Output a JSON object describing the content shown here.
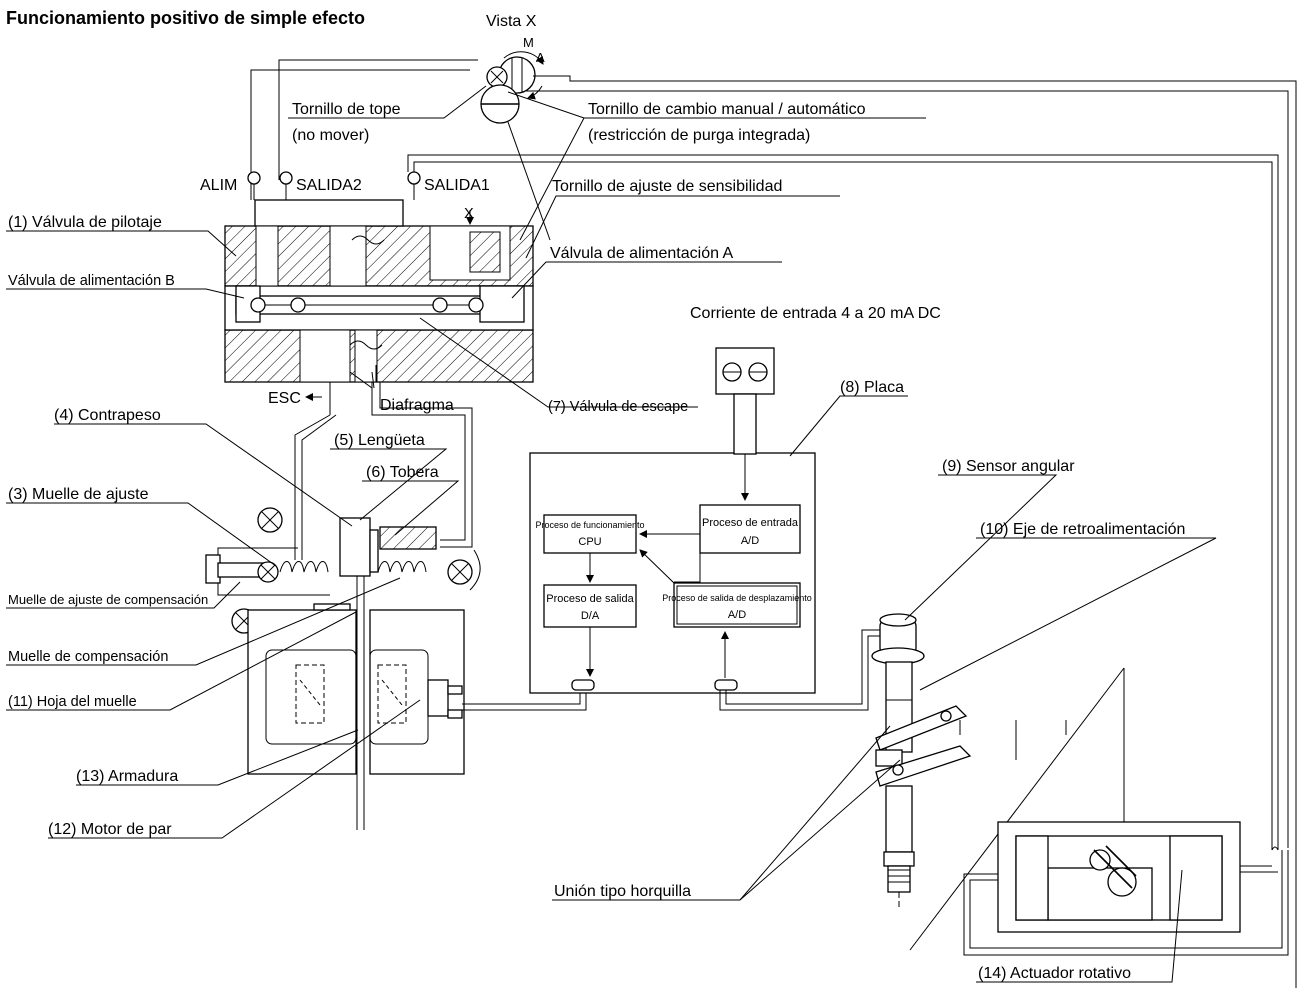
{
  "title": "Funcionamiento positivo de simple efecto",
  "view_label": "Vista X",
  "x_mark": "X",
  "ports": {
    "supply": "ALIM",
    "out2": "SALIDA2",
    "out1": "SALIDA1",
    "exhaust": "ESC"
  },
  "dial": {
    "m": "M",
    "a": "A"
  },
  "labels": {
    "stop_screw": "Tornillo de tope",
    "stop_screw_note": "(no mover)",
    "manual_auto_screw": "Tornillo de cambio manual / automático",
    "manual_auto_note": "(restricción de purga integrada)",
    "sensitivity_screw": "Tornillo de ajuste de sensibilidad",
    "pilot_valve": "(1) Válvula de pilotaje",
    "supply_valve_b": "Válvula de alimentación B",
    "supply_valve_a": "Válvula de alimentación A",
    "input_current": "Corriente de entrada 4 a 20 mA DC",
    "diaphragm": "Diafragma",
    "exhaust_valve": "(7) Válvula de escape",
    "board": "(8) Placa",
    "counterweight": "(4) Contrapeso",
    "flapper": "(5) Lengüeta",
    "nozzle": "(6) Tobera",
    "adjust_spring": "(3) Muelle de ajuste",
    "comp_adjust_spring": "Muelle de ajuste de compensación",
    "comp_spring": "Muelle de compensación",
    "leaf_spring": "(11) Hoja del muelle",
    "armature": "(13) Armadura",
    "torque_motor": "(12) Motor de par",
    "angle_sensor": "(9) Sensor angular",
    "feedback_shaft": "(10) Eje de retroalimentación",
    "fork_joint": "Unión tipo horquilla",
    "rotary_actuator": "(14) Actuador rotativo"
  },
  "blocks": {
    "cpu_line1": "Proceso de funcionamiento",
    "cpu_line2": "CPU",
    "input_line1": "Proceso de entrada",
    "input_line2": "A/D",
    "output_line1": "Proceso de salida",
    "output_line2": "D/A",
    "disp_line1": "Proceso de salida de desplazamiento",
    "disp_line2": "A/D"
  }
}
